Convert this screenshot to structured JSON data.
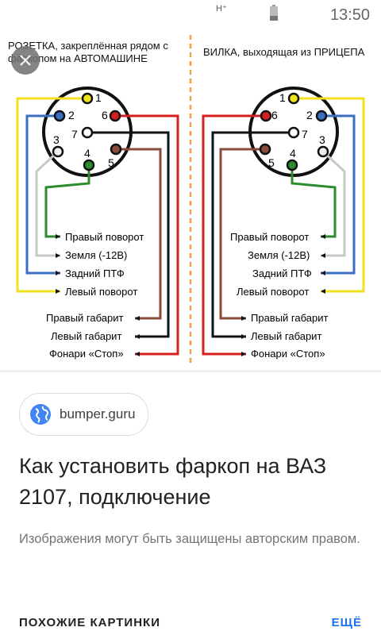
{
  "status_bar": {
    "signal": "H⁺",
    "time": "13:50"
  },
  "diagram": {
    "left_title_line1": "РОЗЕТКА, закреплённая рядом с",
    "left_title_line2": "фаркопом на АВТОМАШИНЕ",
    "right_title": "ВИЛКА, выходящая из ПРИЦЕПА",
    "pins": [
      "1",
      "2",
      "3",
      "4",
      "5",
      "6",
      "7"
    ],
    "wires": [
      {
        "label": "Правый поворот",
        "color": "#2e8b2e"
      },
      {
        "label": "Земля (-12В)",
        "color": "#c8c8c8"
      },
      {
        "label": "Задний ПТФ",
        "color": "#3a6fbf"
      },
      {
        "label": "Левый поворот",
        "color": "#f2e21b"
      },
      {
        "label": "Правый габарит",
        "color": "#8b4a3c"
      },
      {
        "label": "Левый габарит",
        "color": "#111111"
      },
      {
        "label": "Фонари «Стоп»",
        "color": "#d62020"
      }
    ]
  },
  "source": {
    "domain": "bumper.guru"
  },
  "result": {
    "title": "Как установить фаркоп на ВАЗ 2107, подключение",
    "copyright": "Изображения могут быть защищены авторским правом."
  },
  "footer": {
    "similar_label": "ПОХОЖИЕ КАРТИНКИ",
    "more_label": "ЕЩЁ"
  }
}
